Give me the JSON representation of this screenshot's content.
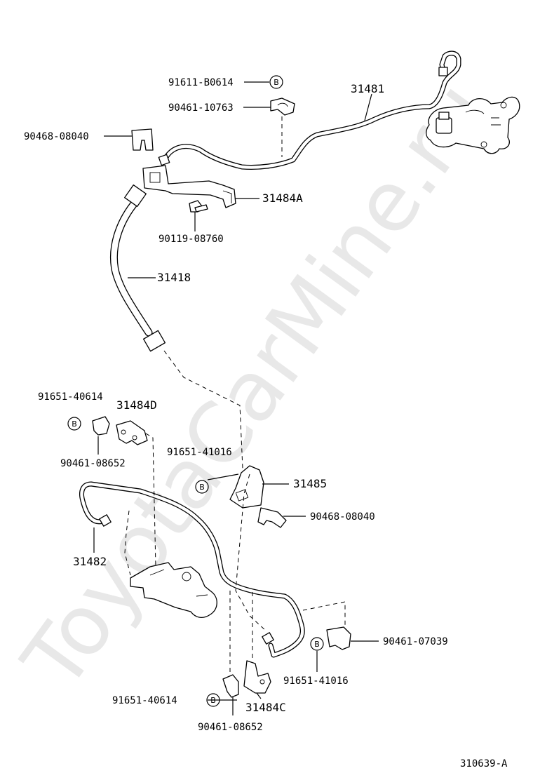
{
  "watermark": "ToyotaCarMine.ru",
  "diagram_code": "310639-A",
  "circle_symbol": "B",
  "labels": {
    "p91611_B0614": "91611-B0614",
    "p90461_10763": "90461-10763",
    "p31481": "31481",
    "p90468_08040_top": "90468-08040",
    "p31484A": "31484A",
    "p90119_08760": "90119-08760",
    "p31418": "31418",
    "p91651_40614_left": "91651-40614",
    "p31484D": "31484D",
    "p90461_08652_left": "90461-08652",
    "p91651_41016_mid": "91651-41016",
    "p31485": "31485",
    "p90468_08040_mid": "90468-08040",
    "p31482": "31482",
    "p90461_07039": "90461-07039",
    "p91651_41016_bot": "91651-41016",
    "p91651_40614_bot": "91651-40614",
    "p31484C": "31484C",
    "p90461_08652_bot": "90461-08652"
  }
}
